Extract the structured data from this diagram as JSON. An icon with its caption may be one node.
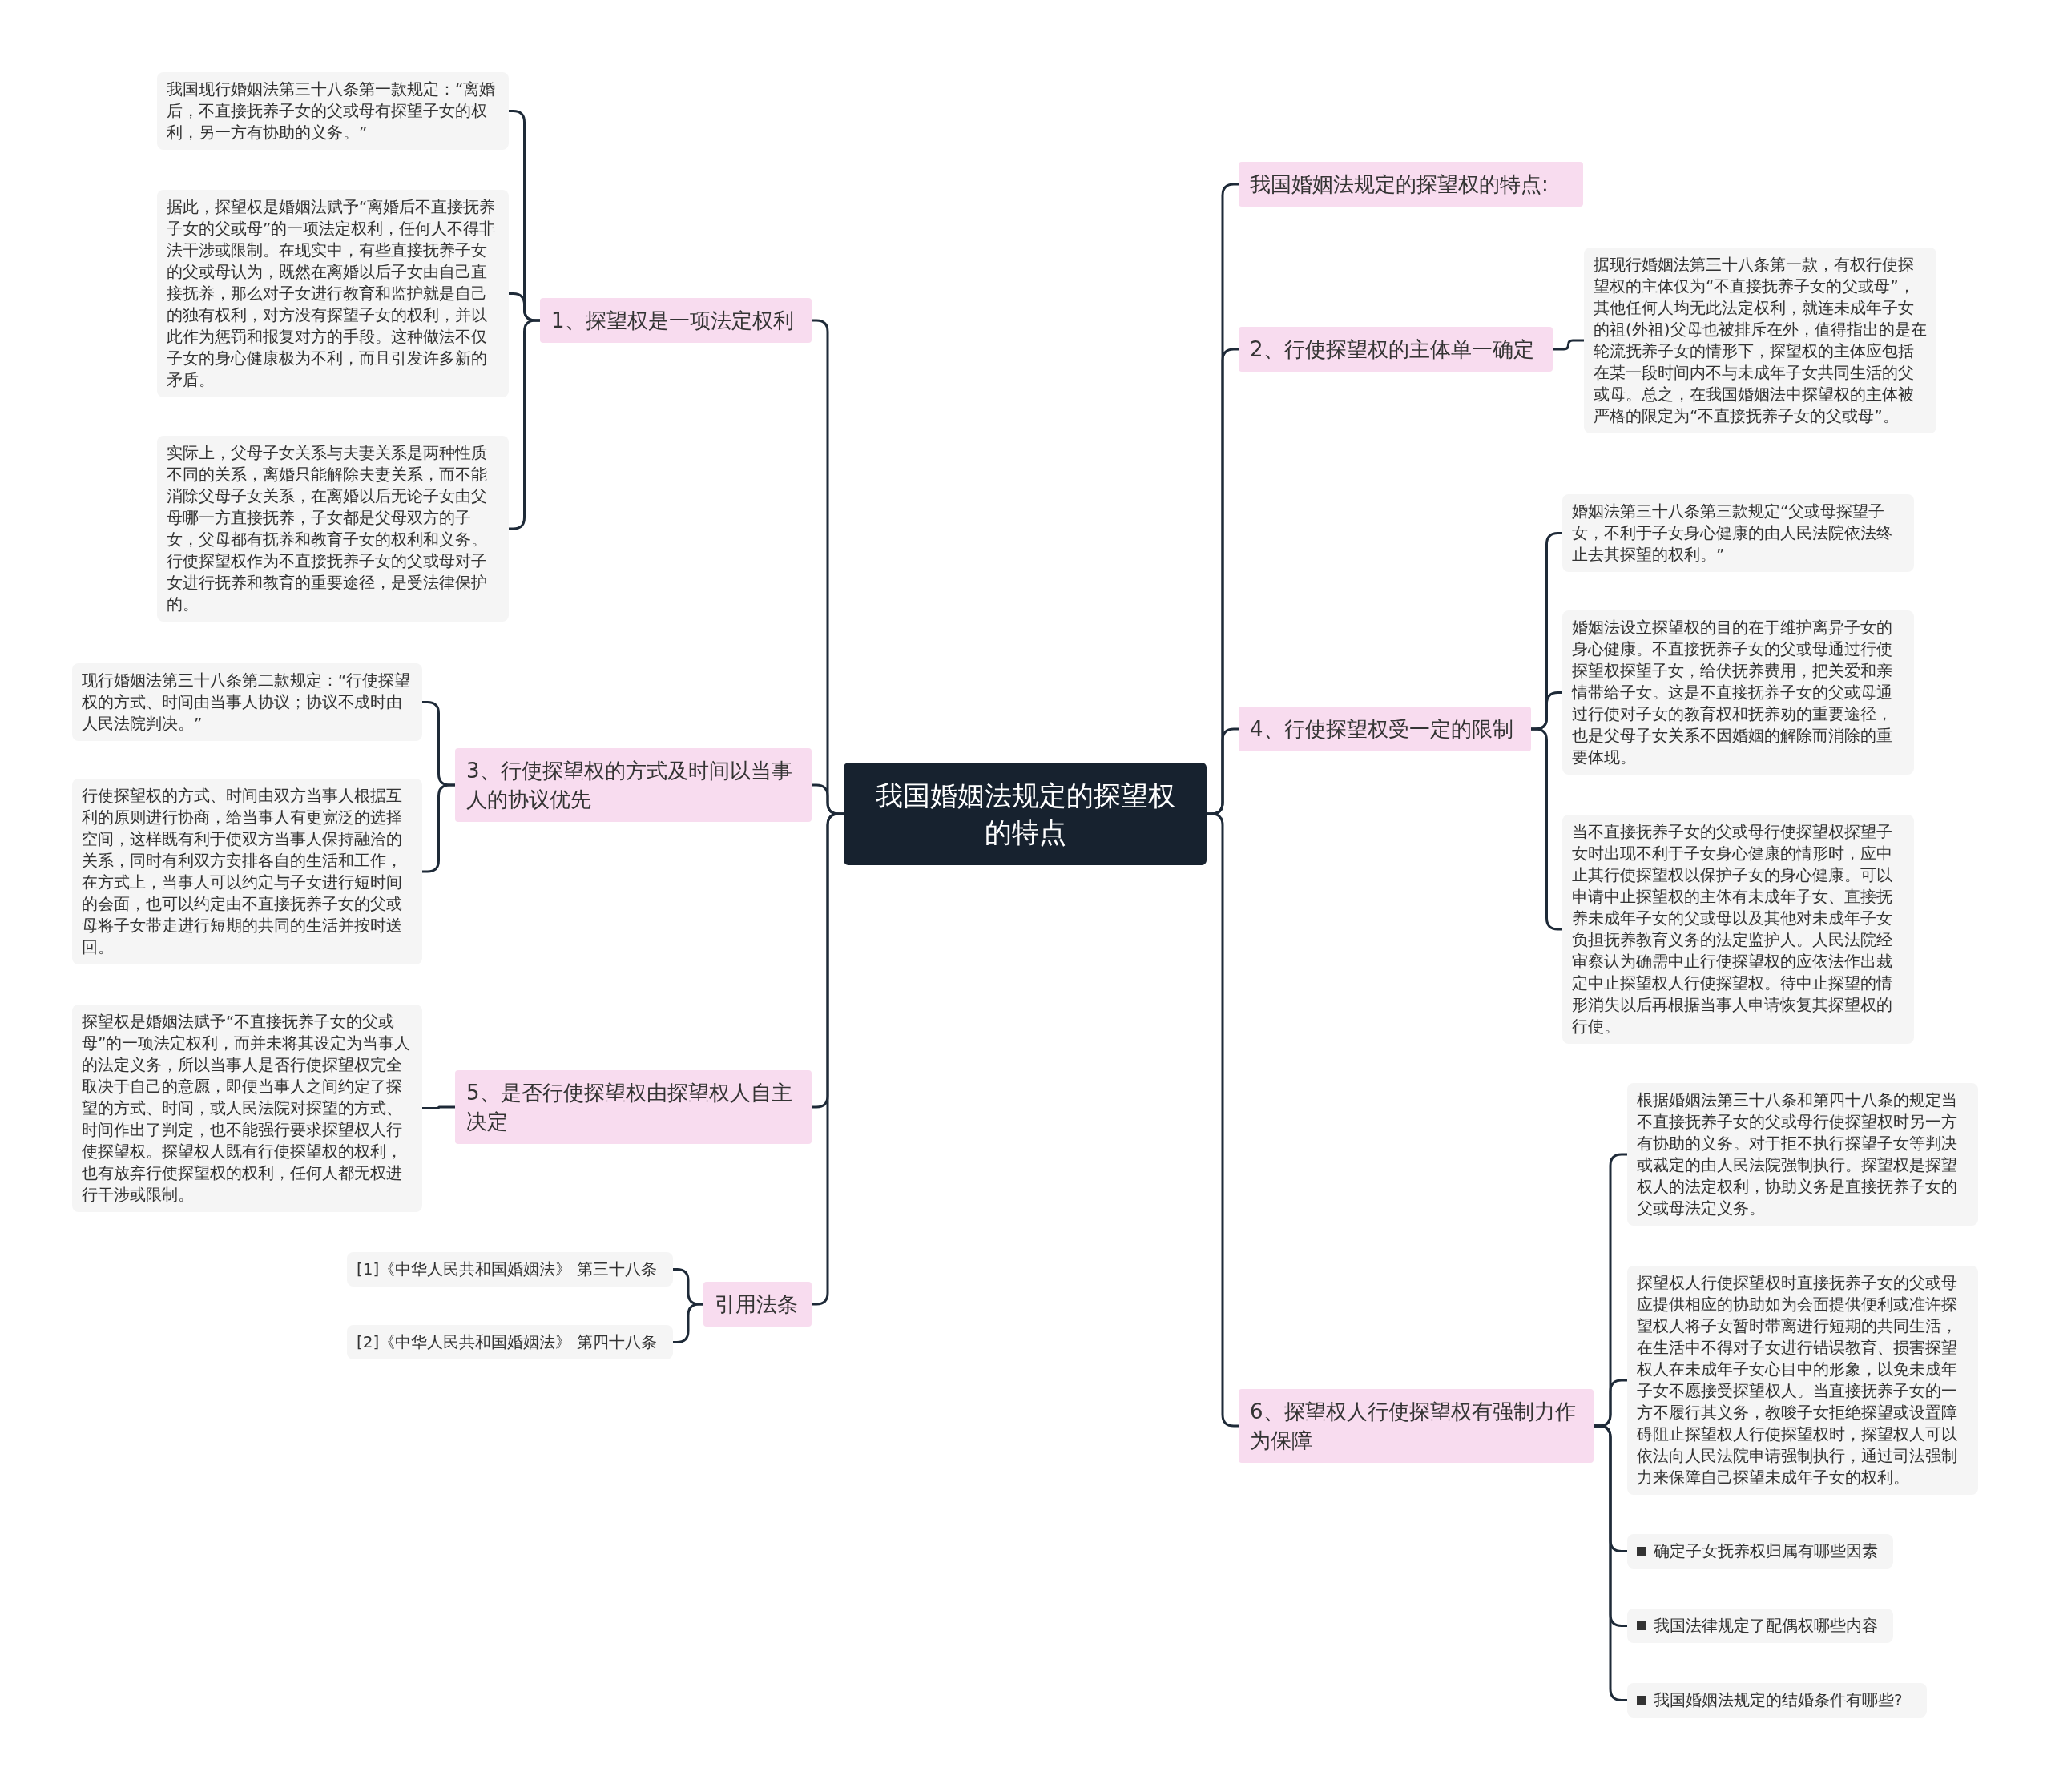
{
  "diagram": {
    "nodes": [
      {
        "text": [
          "我国婚姻法规定的探望权的特点"
        ]
      },
      {
        "text": [
          "1、探望权是一项法定权利"
        ]
      },
      {
        "text": [
          "我国现行婚姻法第三十八条第一款规定：“离婚后，不直接抚养子女的父或母有探望子女的权利，另一方有协助的义务。”"
        ]
      },
      {
        "text": [
          "据此，探望权是婚姻法赋予“离婚后不直接抚养子女的父或母”的一项法定权利，任何人不得非法干涉或限制。在现实中，有些直接抚养子女的父或母认为，既然在离婚以后子女由自己直接抚养，那么对子女进行教育和监护就是自己的独有权利，对方没有探望子女的权利，并以此作为惩罚和报复对方的手段。这种做法不仅子女的身心健康极为不利，而且引发许多新的矛盾。"
        ]
      },
      {
        "text": [
          "实际上，父母子女关系与夫妻关系是两种性质不同的关系，离婚只能解除夫妻关系，而不能消除父母子女关系，在离婚以后无论子女由父母哪一方直接抚养，子女都是父母双方的子女，父母都有抚养和教育子女的权利和义务。行使探望权作为不直接抚养子女的父或母对子女进行抚养和教育的重要途径，是受法律保护的。"
        ]
      },
      {
        "text": [
          "3、行使探望权的方式及时间以当事人的协议优先"
        ]
      },
      {
        "text": [
          "现行婚姻法第三十八条第二款规定：“行使探望权的方式、时间由当事人协议；协议不成时由人民法院判决。”"
        ]
      },
      {
        "text": [
          "行使探望权的方式、时间由双方当事人根据互利的原则进行协商，给当事人有更宽泛的选择空间，这样既有利于使双方当事人保持融洽的关系，同时有利双方安排各自的生活和工作，在方式上，当事人可以约定与子女进行短时间的会面，也可以约定由不直接抚养子女的父或母将子女带走进行短期的共同的生活并按时送回。"
        ]
      },
      {
        "text": [
          "5、是否行使探望权由探望权人自主决定"
        ]
      },
      {
        "text": [
          "探望权是婚姻法赋予“不直接抚养子女的父或母”的一项法定权利，而并未将其设定为当事人的法定义务，所以当事人是否行使探望权完全取决于自己的意愿，即便当事人之间约定了探望的方式、时间，或人民法院对探望的方式、时间作出了判定，也不能强行要求探望权人行使探望权。探望权人既有行使探望权的权利，也有放弃行使探望权的权利，任何人都无权进行干涉或限制。"
        ]
      },
      {
        "text": [
          "引用法条"
        ]
      },
      {
        "text": [
          "[1]《中华人民共和国婚姻法》 第三十八条"
        ]
      },
      {
        "text": [
          "[2]《中华人民共和国婚姻法》 第四十八条"
        ]
      },
      {
        "text": [
          "我国婚姻法规定的探望权的特点:"
        ]
      },
      {
        "text": [
          "2、行使探望权的主体单一确定"
        ]
      },
      {
        "text": [
          "据现行婚姻法第三十八条第一款，有权行使探望权的主体仅为“不直接抚养子女的父或母”，其他任何人均无此法定权利，就连未成年子女的祖(外祖)父母也被排斥在外，值得指出的是在轮流抚养子女的情形下，探望权的主体应包括在某一段时间内不与未成年子女共同生活的父或母。总之，在我国婚姻法中探望权的主体被严格的限定为“不直接抚养子女的父或母”。"
        ]
      },
      {
        "text": [
          "4、行使探望权受一定的限制"
        ]
      },
      {
        "text": [
          "婚姻法第三十八条第三款规定“父或母探望子女，不利于子女身心健康的由人民法院依法终止去其探望的权利。”"
        ]
      },
      {
        "text": [
          "婚姻法设立探望权的目的在于维护离异子女的身心健康。不直接抚养子女的父或母通过行使探望权探望子女，给伏抚养费用，把关爱和亲情带给子女。这是不直接抚养子女的父或母通过行使对子女的教育权和抚养劝的重要途径，也是父母子女关系不因婚姻的解除而消除的重要体现。"
        ]
      },
      {
        "text": [
          "当不直接抚养子女的父或母行使探望权探望子女时出现不利于子女身心健康的情形时，应中止其行使探望权以保护子女的身心健康。可以申请中止探望权的主体有未成年子女、直接抚养未成年子女的父或母以及其他对未成年子女负担抚养教育义务的法定监护人。人民法院经审察认为确需中止行使探望权的应依法作出裁定中止探望权人行使探望权。待中止探望的情形消失以后再根据当事人申请恢复其探望权的行使。"
        ]
      },
      {
        "text": [
          "6、探望权人行使探望权有强制力作为保障"
        ]
      },
      {
        "text": [
          "根据婚姻法第三十八条和第四十八条的规定当不直接抚养子女的父或母行使探望权时另一方有协助的义务。对于拒不执行探望子女等判决或裁定的由人民法院强制执行。探望权是探望权人的法定权利，协助义务是直接抚养子女的父或母法定义务。"
        ]
      },
      {
        "text": [
          "探望权人行使探望权时直接抚养子女的父或母应提供相应的协助如为会面提供便利或准许探望权人将子女暂时带离进行短期的共同生活，在生活中不得对子女进行错误教育、损害探望权人在未成年子女心目中的形象，以免未成年子女不愿接受探望权人。当直接抚养子女的一方不履行其义务，教唆子女拒绝探望或设置障碍阻止探望权人行使探望权时，探望权人可以依法向人民法院申请强制执行，通过司法强制力来保障自己探望未成年子女的权利。"
        ]
      },
      {
        "text": [
          "确定子女抚养权归属有哪些因素"
        ]
      },
      {
        "text": [
          "我国法律规定了配偶权哪些内容"
        ]
      },
      {
        "text": [
          "我国婚姻法规定的结婚条件有哪些?"
        ]
      }
    ],
    "edges": [
      {
        "from": 0,
        "to": 1,
        "arrow": "none"
      },
      {
        "from": 1,
        "to": 2,
        "arrow": "none"
      },
      {
        "from": 1,
        "to": 3,
        "arrow": "none"
      },
      {
        "from": 1,
        "to": 4,
        "arrow": "none"
      },
      {
        "from": 0,
        "to": 5,
        "arrow": "none"
      },
      {
        "from": 5,
        "to": 6,
        "arrow": "none"
      },
      {
        "from": 5,
        "to": 7,
        "arrow": "none"
      },
      {
        "from": 0,
        "to": 8,
        "arrow": "none"
      },
      {
        "from": 8,
        "to": 9,
        "arrow": "none"
      },
      {
        "from": 0,
        "to": 10,
        "arrow": "none"
      },
      {
        "from": 10,
        "to": 11,
        "arrow": "none"
      },
      {
        "from": 10,
        "to": 12,
        "arrow": "none"
      },
      {
        "from": 0,
        "to": 13,
        "arrow": "none"
      },
      {
        "from": 0,
        "to": 14,
        "arrow": "none"
      },
      {
        "from": 14,
        "to": 15,
        "arrow": "none"
      },
      {
        "from": 0,
        "to": 16,
        "arrow": "none"
      },
      {
        "from": 16,
        "to": 17,
        "arrow": "none"
      },
      {
        "from": 16,
        "to": 18,
        "arrow": "none"
      },
      {
        "from": 16,
        "to": 19,
        "arrow": "none"
      },
      {
        "from": 0,
        "to": 20,
        "arrow": "none"
      },
      {
        "from": 20,
        "to": 21,
        "arrow": "none"
      },
      {
        "from": 20,
        "to": 22,
        "arrow": "none"
      },
      {
        "from": 20,
        "to": 23,
        "arrow": "none"
      },
      {
        "from": 20,
        "to": 24,
        "arrow": "none"
      },
      {
        "from": 20,
        "to": 25,
        "arrow": "none"
      }
    ]
  }
}
